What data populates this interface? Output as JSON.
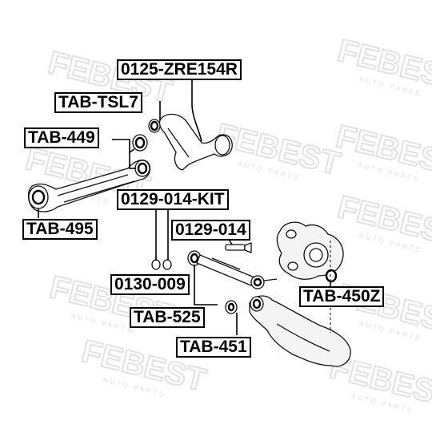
{
  "watermark": {
    "brand": "FEBEST",
    "tagline": "AUTO PARTS"
  },
  "part_labels": {
    "zre154r": "0125-ZRE154R",
    "tsl7": "TAB-TSL7",
    "tab449": "TAB-449",
    "kit": "0129-014-KIT",
    "bolt": "0129-014",
    "tab495": "TAB-495",
    "nut": "0130-009",
    "tab450z": "TAB-450Z",
    "tab525": "TAB-525",
    "tab451": "TAB-451"
  }
}
